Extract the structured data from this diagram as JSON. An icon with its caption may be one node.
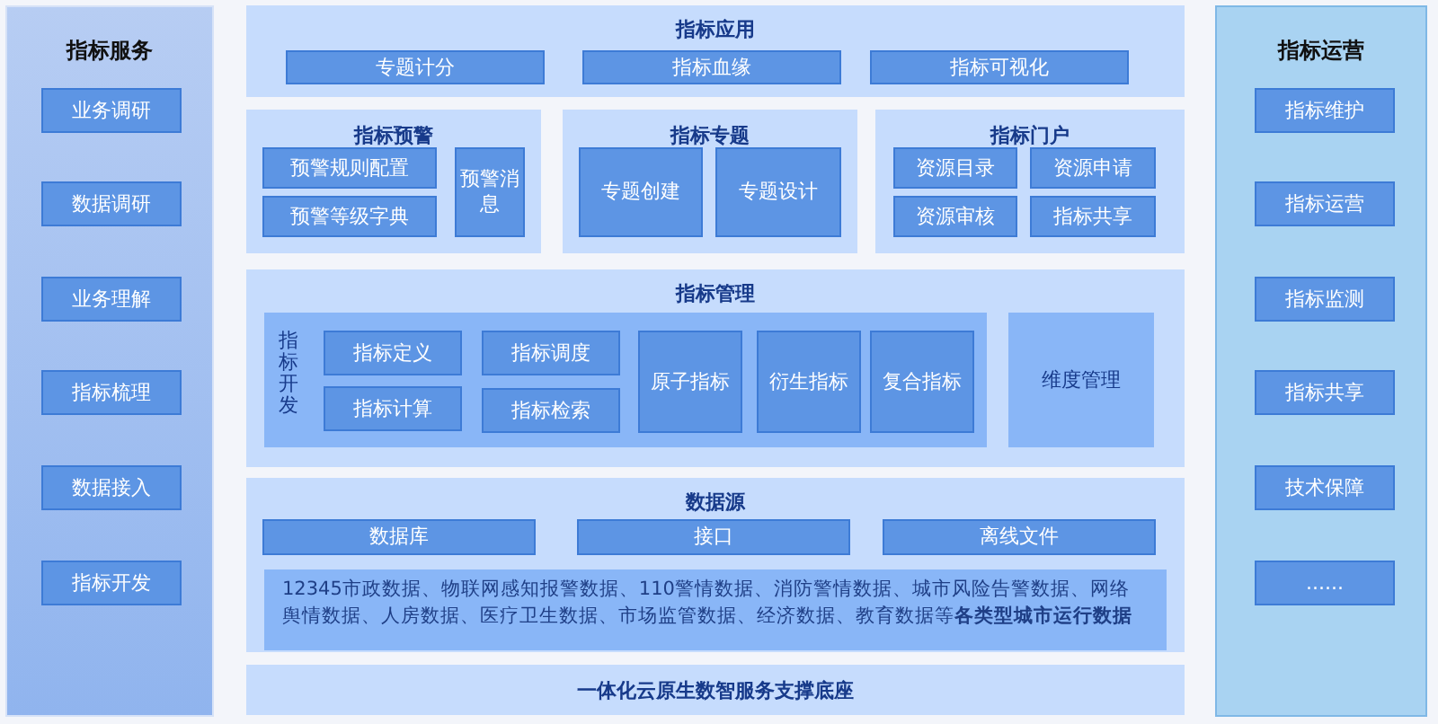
{
  "diagram": {
    "nodes": [
      {
        "text": [
          "指标服务"
        ]
      },
      {
        "text": [
          "业务调研"
        ],
        "in": 0
      },
      {
        "text": [
          "数据调研"
        ],
        "in": 0
      },
      {
        "text": [
          "业务理解"
        ],
        "in": 0
      },
      {
        "text": [
          "指标梳理"
        ],
        "in": 0
      },
      {
        "text": [
          "数据接入"
        ],
        "in": 0
      },
      {
        "text": [
          "指标开发"
        ],
        "in": 0
      },
      {
        "text": [
          "指标应用"
        ]
      },
      {
        "text": [
          "专题计分"
        ],
        "in": 7
      },
      {
        "text": [
          "指标血缘"
        ],
        "in": 7
      },
      {
        "text": [
          "指标可视化"
        ],
        "in": 7
      },
      {
        "text": [
          "指标预警"
        ]
      },
      {
        "text": [
          "预警规则配置"
        ],
        "in": 11
      },
      {
        "text": [
          "预警等级字典"
        ],
        "in": 11
      },
      {
        "text": [
          "预警消息"
        ],
        "in": 11
      },
      {
        "text": [
          "指标专题"
        ]
      },
      {
        "text": [
          "专题创建"
        ],
        "in": 15
      },
      {
        "text": [
          "专题设计"
        ],
        "in": 15
      },
      {
        "text": [
          "指标门户"
        ]
      },
      {
        "text": [
          "资源目录"
        ],
        "in": 18
      },
      {
        "text": [
          "资源申请"
        ],
        "in": 18
      },
      {
        "text": [
          "资源审核"
        ],
        "in": 18
      },
      {
        "text": [
          "指标共享"
        ],
        "in": 18
      },
      {
        "text": [
          "指标管理"
        ]
      },
      {
        "text": [
          "指标开发"
        ],
        "in": 23
      },
      {
        "text": [
          "指标定义"
        ],
        "in": 24
      },
      {
        "text": [
          "指标调度"
        ],
        "in": 24
      },
      {
        "text": [
          "指标计算"
        ],
        "in": 24
      },
      {
        "text": [
          "指标检索"
        ],
        "in": 24
      },
      {
        "text": [
          "原子指标"
        ],
        "in": 24
      },
      {
        "text": [
          "衍生指标"
        ],
        "in": 24
      },
      {
        "text": [
          "复合指标"
        ],
        "in": 24
      },
      {
        "text": [
          "维度管理"
        ],
        "in": 23
      },
      {
        "text": [
          "数据源"
        ]
      },
      {
        "text": [
          "数据库"
        ],
        "in": 33
      },
      {
        "text": [
          "接口"
        ],
        "in": 33
      },
      {
        "text": [
          "离线文件"
        ],
        "in": 33
      },
      {
        "text": [
          "12345市政数据、物联网感知报警数据、110警情数据、消防警情数据、城市风险告警数据、网络舆情数据、人房数据、医疗卫生数据、市场监管数据、经济数据、教育数据等**各类型城市运行数据**"
        ],
        "in": 33
      },
      {
        "text": [
          "一体化云原生数智服务支撑底座"
        ]
      },
      {
        "text": [
          "指标运营"
        ]
      },
      {
        "text": [
          "指标维护"
        ],
        "in": 39
      },
      {
        "text": [
          "指标运营"
        ],
        "in": 39
      },
      {
        "text": [
          "指标监测"
        ],
        "in": 39
      },
      {
        "text": [
          "指标共享"
        ],
        "in": 39
      },
      {
        "text": [
          "技术保障"
        ],
        "in": 39
      },
      {
        "text": [
          "......"
        ],
        "in": 39
      }
    ]
  }
}
